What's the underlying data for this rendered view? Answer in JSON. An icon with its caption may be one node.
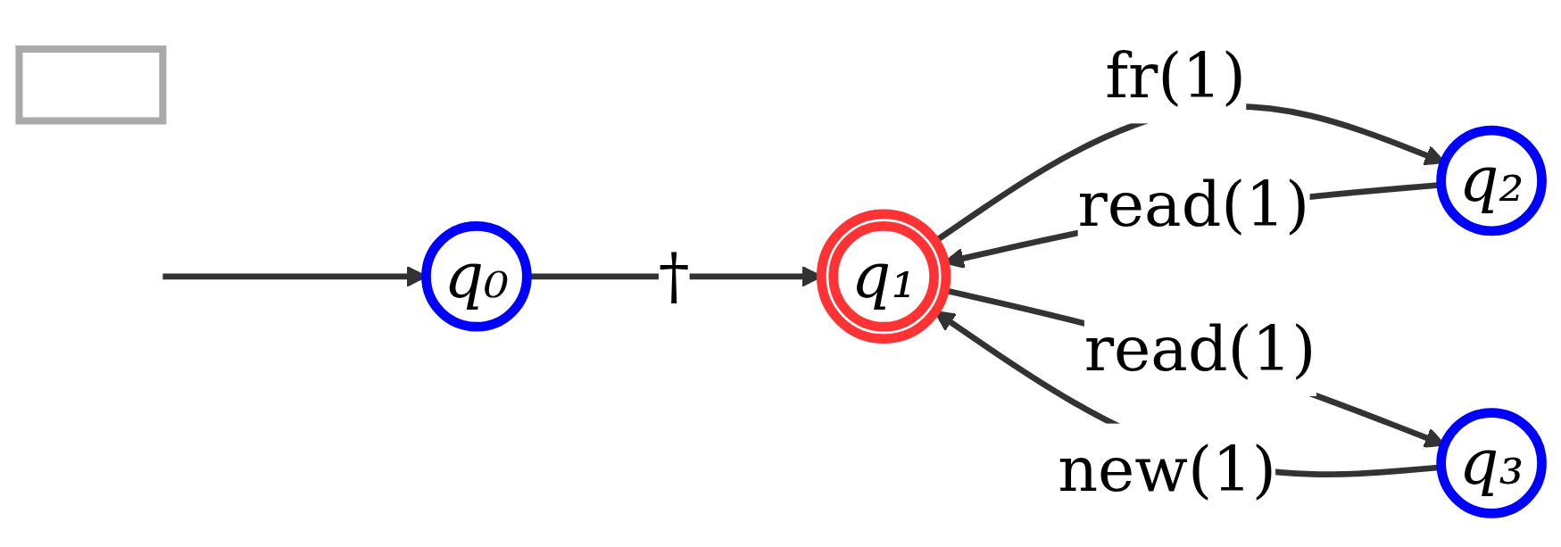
{
  "diagram": {
    "nodes": [
      {
        "text": [
          "q₀"
        ]
      },
      {
        "text": [
          "q₁"
        ]
      },
      {
        "text": [
          "q₂"
        ]
      },
      {
        "text": [
          "q₃"
        ]
      },
      {
        "text": [],
        "shape": "box"
      }
    ],
    "edges": [
      {
        "from": null,
        "to": 0,
        "arrow": "to"
      },
      {
        "from": 0,
        "to": 1,
        "label": "†",
        "arrow": "to"
      },
      {
        "from": 1,
        "to": 2,
        "label": "fr(1)",
        "arrow": "to"
      },
      {
        "from": 1,
        "to": 3,
        "label": "read(1)",
        "arrow": "to"
      },
      {
        "from": 2,
        "to": 1,
        "label": "read(1)",
        "arrow": "to"
      },
      {
        "from": 3,
        "to": 1,
        "label": "new(1)",
        "arrow": "to"
      }
    ]
  }
}
